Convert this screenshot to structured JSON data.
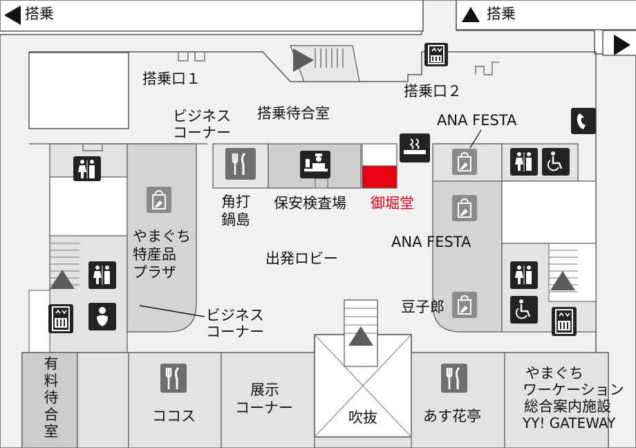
{
  "directions": {
    "boarding_left": "搭乗",
    "boarding_up": "搭乗"
  },
  "gates": {
    "gate1": "搭乗口１",
    "gate2": "搭乗口２"
  },
  "areas": {
    "waiting_room": "搭乗待合室",
    "business_corner_top": [
      "ビジネス",
      "コーナー"
    ],
    "business_corner_bottom": [
      "ビジネス",
      "コーナー"
    ],
    "security": "保安検査場",
    "kakuuchi": [
      "角打",
      "鍋島"
    ],
    "gobori": "御堀堂",
    "ana_festa_top": "ANA FESTA",
    "ana_festa_mid": "ANA FESTA",
    "mamekoro": "豆子郎",
    "yamaguchi_plaza": [
      "やまぐち",
      "特産品",
      "プラザ"
    ],
    "departure_lobby": "出発ロビー",
    "paid_lounge": [
      "有",
      "料",
      "待",
      "合",
      "室"
    ],
    "cocos": "ココス",
    "exhibition": [
      "展示",
      "コーナー"
    ],
    "atrium": "吹抜",
    "asuhanatei": "あす花亭",
    "gateway": [
      "やまぐち",
      "ワーケーション",
      "総合案内施設",
      "YY! GATEWAY"
    ]
  },
  "icons": [
    "elevator-icon",
    "restroom-icon",
    "restaurant-icon",
    "security-officer-icon",
    "smoking-icon",
    "phone-icon",
    "accessible-restroom-icon",
    "shopping-bag-icon",
    "baby-room-icon",
    "up-arrow-icon",
    "right-arrow-icon",
    "escalator-icon"
  ],
  "colors": {
    "floor": "#f0f0f0",
    "room_light": "#e2e2e2",
    "room_mid": "#cccccc",
    "icon_bg": "#222222",
    "highlight": "#e60012"
  }
}
